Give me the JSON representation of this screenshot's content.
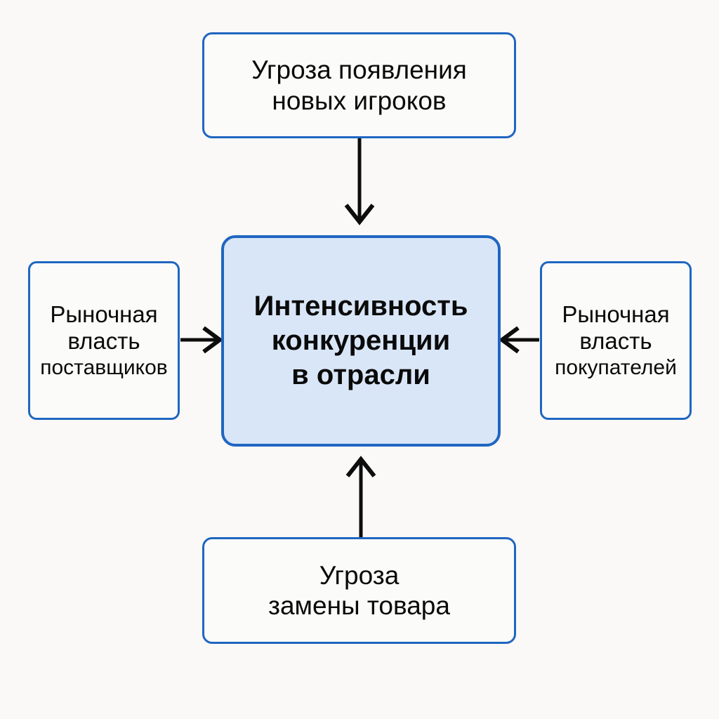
{
  "diagram": {
    "title": "Интенсивность конкуренции в отрасли",
    "type": "porter-five-forces",
    "background_color": "#faf9f7",
    "border_color": "#1f66c1",
    "center_fill_color": "#d9e6f7",
    "node_fill_color": "#fbfbf9",
    "arrow_color": "#0d0d0d",
    "center": {
      "lines": [
        "Интенсивность",
        "конкуренции",
        "в отрасли"
      ]
    },
    "top": {
      "lines": [
        "Угроза появления",
        "новых игроков"
      ]
    },
    "bottom": {
      "lines": [
        "Угроза",
        "замены товара"
      ]
    },
    "left": {
      "lines": [
        "Рыночная",
        "власть",
        "поставщиков"
      ]
    },
    "right": {
      "lines": [
        "Рыночная",
        "власть",
        "покупателей"
      ]
    },
    "arrows": [
      {
        "name": "arrow-top-to-center",
        "direction": "down",
        "from": "top",
        "to": "center"
      },
      {
        "name": "arrow-left-to-center",
        "direction": "right",
        "from": "left",
        "to": "center"
      },
      {
        "name": "arrow-right-to-center",
        "direction": "left",
        "from": "right",
        "to": "center"
      },
      {
        "name": "arrow-bottom-to-center",
        "direction": "up",
        "from": "bottom",
        "to": "center"
      }
    ]
  }
}
